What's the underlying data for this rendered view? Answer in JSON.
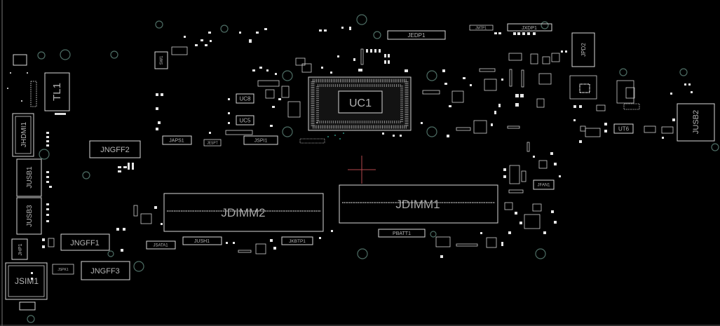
{
  "board": {
    "labels": {
      "uc1": "UC1",
      "jdimm1": "JDIMM1",
      "jdimm2": "JDIMM2",
      "jedp1": "JEDP1",
      "jxdp1": "JXDP1",
      "jmtp1": "JMTP1",
      "jngff2": "JNGFF2",
      "jngff1": "JNGFF1",
      "jngff3": "JNGFF3",
      "jhdmi1": "JHDMI1",
      "jusb1": "JUSB1",
      "jusb3": "JUSB3",
      "jusb2": "JUSB2",
      "jsim1": "JSIM1",
      "jhp1": "JHP1",
      "jspk1": "JSPK1",
      "jsata1": "JSATA1",
      "jush1": "JUSH1",
      "jkbtp1": "JKBTP1",
      "pbatt1": "PBATT1",
      "jfan1": "JFAN1",
      "japs1": "JAPS1",
      "jspi1": "JSPI1",
      "jespt": "JESPT",
      "uc8": "UC8",
      "uc5": "UC5",
      "ut6": "UT6",
      "tl1": "TL1",
      "sw1": "SW1",
      "jpd2": "JPD2"
    },
    "colors": {
      "background": "#000000",
      "outline": "#d8d8d8",
      "label": "#b5b5b5",
      "mounting_hole": "#4d6d64",
      "crosshair": "#b4474c",
      "via_teal": "#2d8f7e"
    }
  }
}
